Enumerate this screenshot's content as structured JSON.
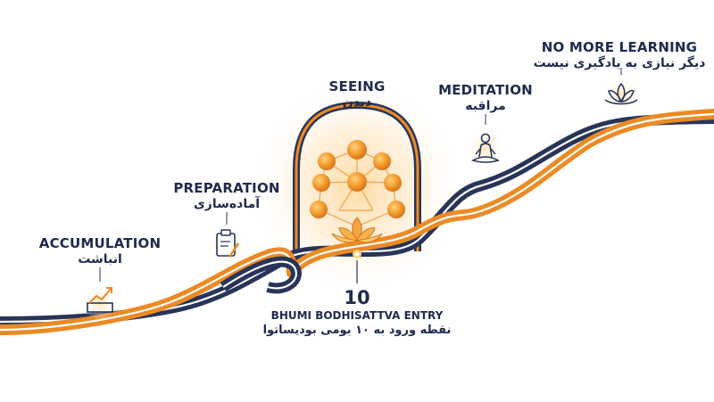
{
  "colors": {
    "navy": "#283458",
    "orange": "#ec8a24",
    "glow": "#ffb347",
    "text": "#1f2a4d"
  },
  "stages": [
    {
      "en": "ACCUMULATION",
      "fa": "انباشت",
      "icon": "chart-rising-icon"
    },
    {
      "en": "PREPARATION",
      "fa": "آماده‌سازی",
      "icon": "clipboard-icon"
    },
    {
      "en": "SEEING",
      "fa": "دیدن",
      "icon": "lotus-network-icon"
    },
    {
      "en": "MEDITATION",
      "fa": "مراقبه",
      "icon": "meditating-person-icon"
    },
    {
      "en": "NO MORE LEARNING",
      "fa": "دیگر نیازی به یادگیری نیست",
      "icon": "lotus-icon"
    }
  ],
  "entry": {
    "number": "10",
    "en": "BHUMI BODHISATTVA ENTRY",
    "fa": "نقطه ورود به ۱۰ بومی بودیساتوا"
  }
}
